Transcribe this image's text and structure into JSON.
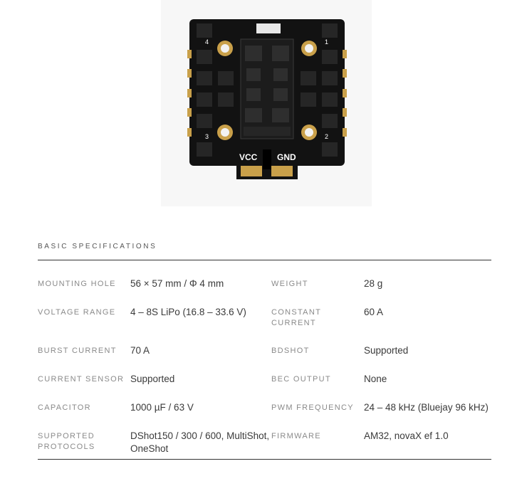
{
  "product": {
    "image_name": "esc-board-photo",
    "silk_vcc": "VCC",
    "silk_gnd": "GND",
    "silk_1": "1",
    "silk_2": "2",
    "silk_3": "3",
    "silk_4": "4"
  },
  "section": {
    "title": "BASIC SPECIFICATIONS"
  },
  "specs": [
    {
      "left_label": "MOUNTING HOLE",
      "left_value": "56 × 57 mm / Φ 4 mm",
      "right_label": "WEIGHT",
      "right_value": "28 g"
    },
    {
      "left_label": "VOLTAGE RANGE",
      "left_value": "4 – 8S LiPo (16.8 – 33.6 V)",
      "right_label": "CONSTANT CURRENT",
      "right_value": "60 A"
    },
    {
      "left_label": "BURST CURRENT",
      "left_value": "70 A",
      "right_label": "BDSHOT",
      "right_value": "Supported"
    },
    {
      "left_label": "CURRENT SENSOR",
      "left_value": "Supported",
      "right_label": "BEC OUTPUT",
      "right_value": "None"
    },
    {
      "left_label": "CAPACITOR",
      "left_value": "1000 µF / 63 V",
      "right_label": "PWM FREQUENCY",
      "right_value": "24 – 48 kHz (Bluejay 96 kHz)"
    },
    {
      "left_label": "SUPPORTED PROTOCOLS",
      "left_value": "DShot150 / 300 / 600, MultiShot, OneShot",
      "right_label": "FIRMWARE",
      "right_value": "AM32, novaX ef 1.0"
    }
  ]
}
